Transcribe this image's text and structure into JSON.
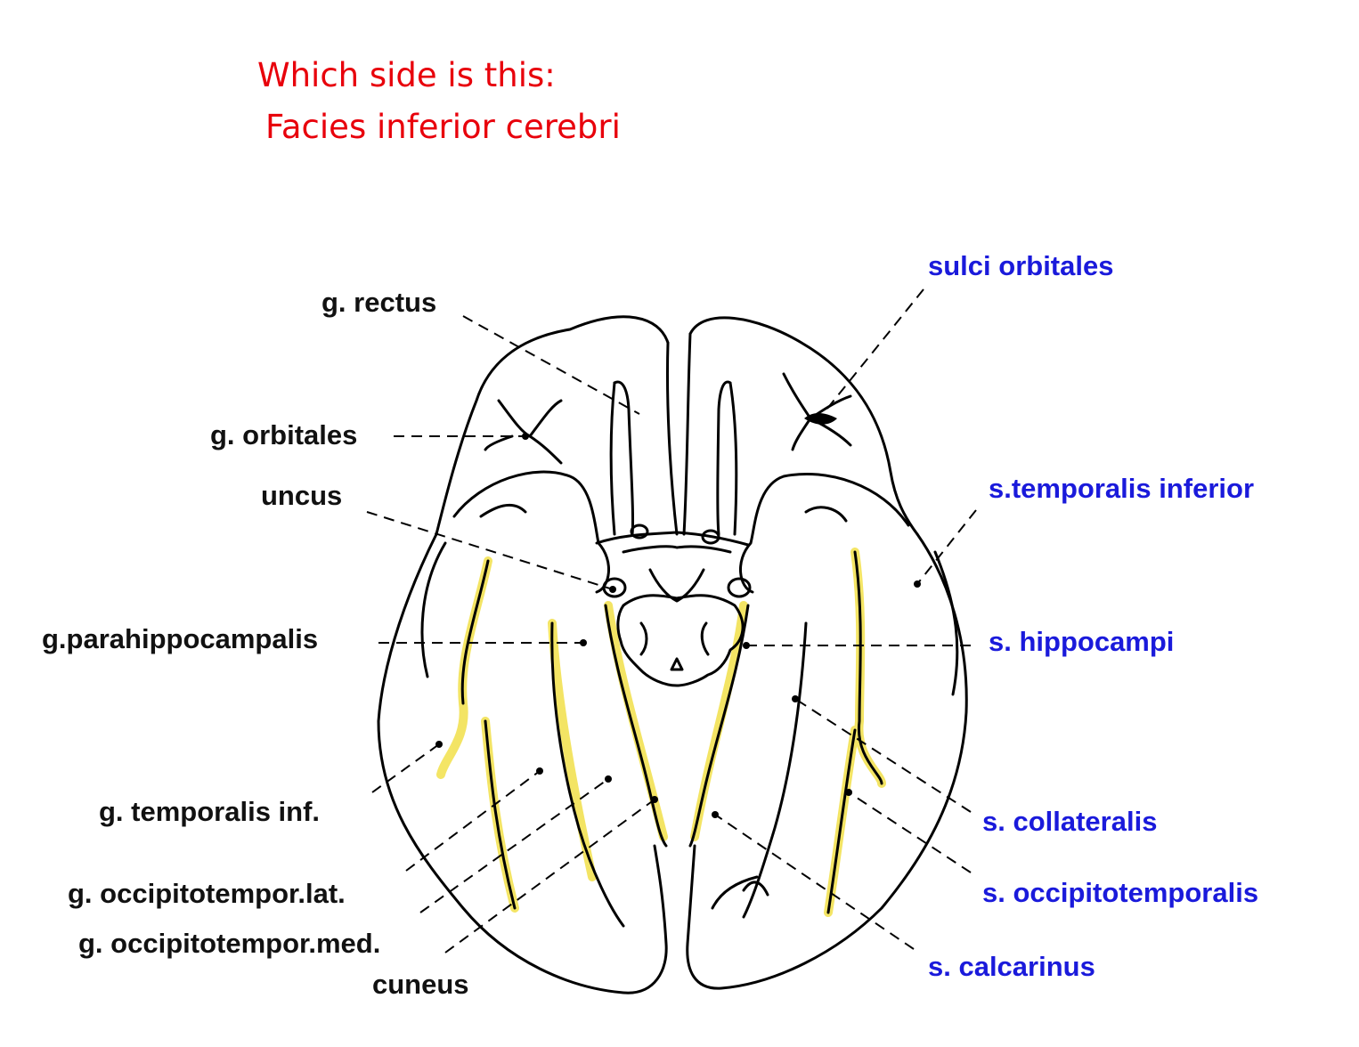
{
  "question": {
    "line1": "Which side is this:",
    "line2": "Facies inferior cerebri"
  },
  "colors": {
    "question": "#e8000b",
    "left_labels": "#111111",
    "right_labels": "#1a1adb",
    "sulcus_highlight": "#f2e04a",
    "outline": "#000000"
  },
  "labels_left": [
    "g. rectus",
    "g. orbitales",
    "uncus",
    "g.parahippocampalis",
    "g. temporalis inf.",
    "g. occipitotempor.lat.",
    "g. occipitotempor.med.",
    "cuneus"
  ],
  "labels_right": [
    "sulci orbitales",
    "s.temporalis inferior",
    "s. hippocampi",
    "s. collateralis",
    "s. occipitotemporalis",
    "s. calcarinus"
  ]
}
